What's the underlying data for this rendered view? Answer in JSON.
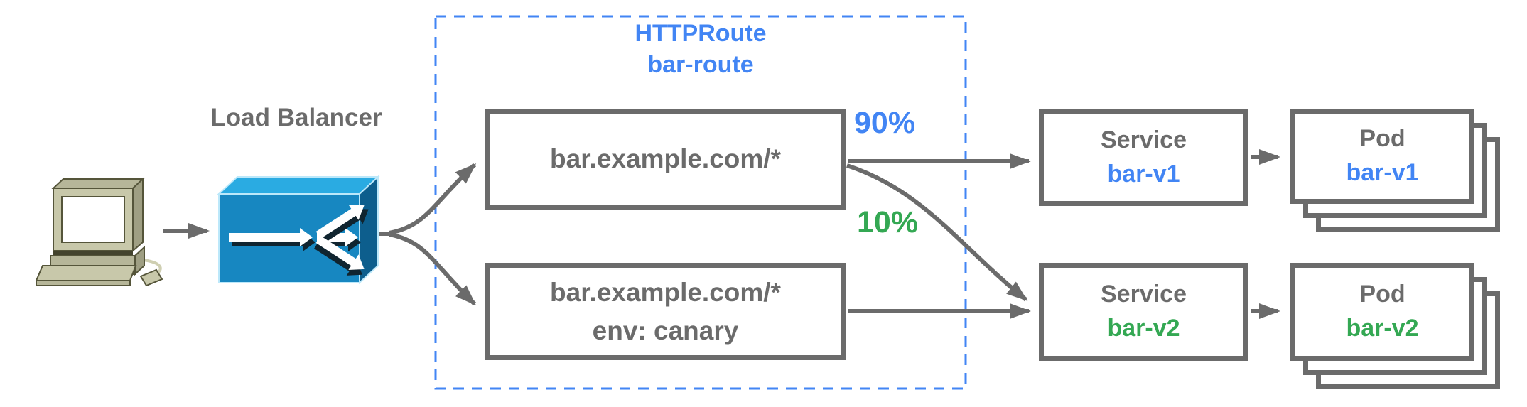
{
  "diagram_title": "HTTPRoute traffic split diagram",
  "colors": {
    "accent_blue": "#4285f4",
    "accent_green": "#34a853",
    "line_gray": "#6b6b6b",
    "lb_front": "#1787c1",
    "lb_top": "#2aabe2",
    "lb_side": "#0d5e8d",
    "client_body": "#c8c8aa"
  },
  "load_balancer": {
    "label": "Load Balancer"
  },
  "httproute": {
    "title": "HTTPRoute",
    "name": "bar-route",
    "rules": [
      {
        "host": "bar.example.com/*",
        "match": "",
        "weight": "90%"
      },
      {
        "host": "bar.example.com/*",
        "match": "env: canary",
        "weight": "10%"
      }
    ]
  },
  "services": [
    {
      "kind": "Service",
      "name": "bar-v1"
    },
    {
      "kind": "Service",
      "name": "bar-v2"
    }
  ],
  "pods": [
    {
      "kind": "Pod",
      "name": "bar-v1"
    },
    {
      "kind": "Pod",
      "name": "bar-v2"
    }
  ]
}
